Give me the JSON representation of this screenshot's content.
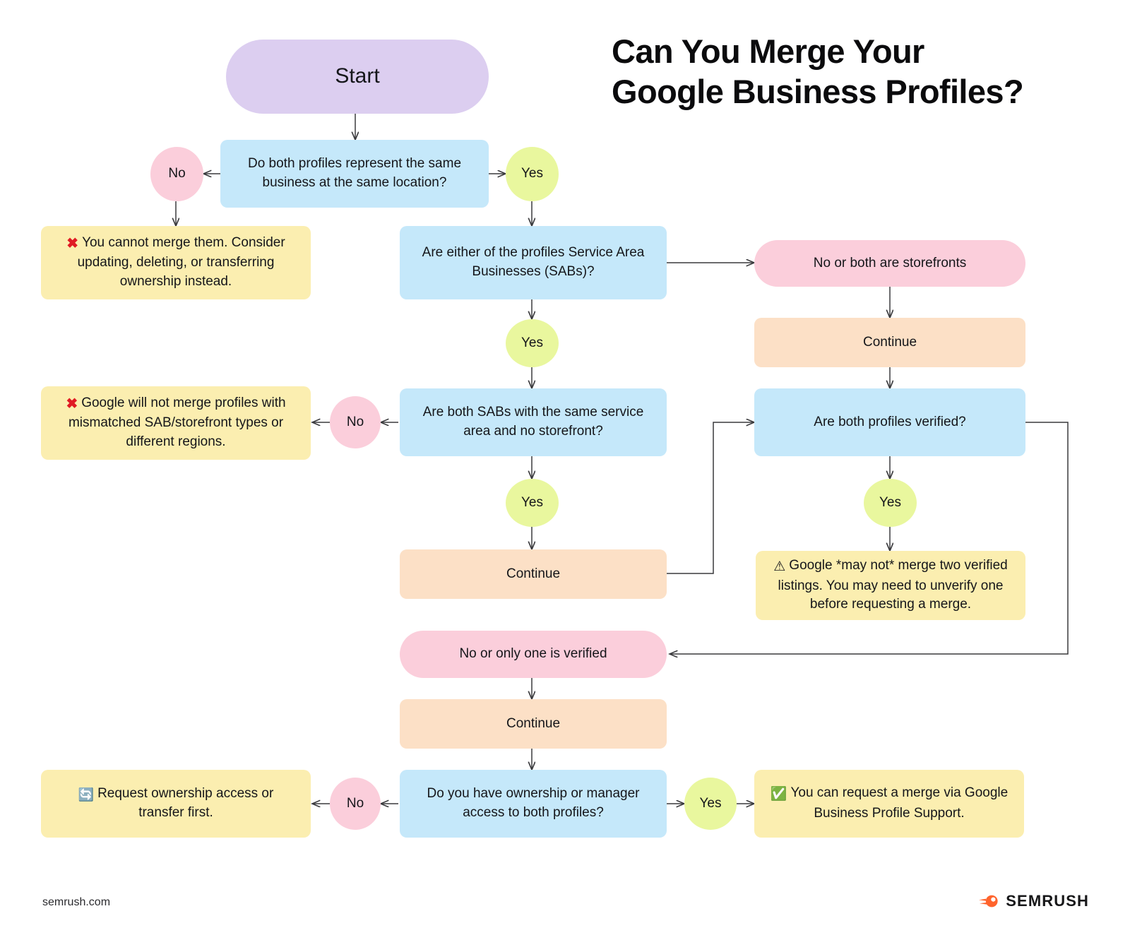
{
  "title": {
    "line1": "Can You Merge Your",
    "line2": "Google Business Profiles?"
  },
  "footer": {
    "url": "semrush.com",
    "brand": "SEMRUSH",
    "brand_icon": "semrush-comet-icon",
    "brand_color": "#ff642d"
  },
  "palette": {
    "start": "#dccef0",
    "question": "#c5e8fa",
    "no_branch": "#fbcedb",
    "yes_branch": "#e9f79e",
    "continue": "#fce0c6",
    "note": "#fbeeb0",
    "error_mark": "#e01b24"
  },
  "chart_data": {
    "type": "flowchart",
    "title": "Can You Merge Your Google Business Profiles?",
    "nodes": [
      {
        "id": "start",
        "label": "Start",
        "shape": "pill",
        "color": "#dccef0"
      },
      {
        "id": "q1",
        "label": "Do both profiles represent the same business at the same location?",
        "shape": "rect",
        "color": "#c5e8fa"
      },
      {
        "id": "q1-no",
        "label": "No",
        "shape": "ellipse",
        "color": "#fbcedb"
      },
      {
        "id": "q1-yes",
        "label": "Yes",
        "shape": "ellipse",
        "color": "#e9f79e"
      },
      {
        "id": "note-cannot",
        "label": "You cannot merge them. Consider updating, deleting, or transferring ownership instead.",
        "shape": "rect",
        "color": "#fbeeb0",
        "icon": "cross-mark-icon"
      },
      {
        "id": "q2",
        "label": "Are either of the profiles Service Area Businesses (SABs)?",
        "shape": "rect",
        "color": "#c5e8fa"
      },
      {
        "id": "storefronts",
        "label": "No or both are storefronts",
        "shape": "pill",
        "color": "#fbcedb"
      },
      {
        "id": "q2-yes",
        "label": "Yes",
        "shape": "ellipse",
        "color": "#e9f79e"
      },
      {
        "id": "continue-r",
        "label": "Continue",
        "shape": "rect",
        "color": "#fce0c6"
      },
      {
        "id": "q3",
        "label": "Are both SABs with the same service area and no storefront?",
        "shape": "rect",
        "color": "#c5e8fa"
      },
      {
        "id": "q3-no",
        "label": "No",
        "shape": "ellipse",
        "color": "#fbcedb"
      },
      {
        "id": "note-mismatch",
        "label": "Google will not merge profiles with mismatched SAB/storefront types or different regions.",
        "shape": "rect",
        "color": "#fbeeb0",
        "icon": "cross-mark-icon"
      },
      {
        "id": "q4",
        "label": "Are both profiles verified?",
        "shape": "rect",
        "color": "#c5e8fa"
      },
      {
        "id": "q3-yes",
        "label": "Yes",
        "shape": "ellipse",
        "color": "#e9f79e"
      },
      {
        "id": "continue-m",
        "label": "Continue",
        "shape": "rect",
        "color": "#fce0c6"
      },
      {
        "id": "q4-yes",
        "label": "Yes",
        "shape": "ellipse",
        "color": "#e9f79e"
      },
      {
        "id": "note-verified",
        "label": "Google *may not* merge two verified listings. You may need to unverify one before requesting a merge.",
        "shape": "rect",
        "color": "#fbeeb0",
        "icon": "warning-icon"
      },
      {
        "id": "one-verified",
        "label": "No or only one is verified",
        "shape": "pill",
        "color": "#fbcedb"
      },
      {
        "id": "continue-b",
        "label": "Continue",
        "shape": "rect",
        "color": "#fce0c6"
      },
      {
        "id": "q5",
        "label": "Do you have ownership or manager access to both profiles?",
        "shape": "rect",
        "color": "#c5e8fa"
      },
      {
        "id": "q5-no",
        "label": "No",
        "shape": "ellipse",
        "color": "#fbcedb"
      },
      {
        "id": "q5-yes",
        "label": "Yes",
        "shape": "ellipse",
        "color": "#e9f79e"
      },
      {
        "id": "note-request",
        "label": "Request ownership access or transfer first.",
        "shape": "rect",
        "color": "#fbeeb0",
        "icon": "cycle-icon"
      },
      {
        "id": "note-success",
        "label": "You can request a merge via Google Business Profile Support.",
        "shape": "rect",
        "color": "#fbeeb0",
        "icon": "check-mark-icon"
      }
    ],
    "edges": [
      {
        "from": "start",
        "to": "q1"
      },
      {
        "from": "q1",
        "to": "q1-no",
        "label": "No"
      },
      {
        "from": "q1",
        "to": "q1-yes",
        "label": "Yes"
      },
      {
        "from": "q1-no",
        "to": "note-cannot"
      },
      {
        "from": "q1-yes",
        "to": "q2"
      },
      {
        "from": "q2",
        "to": "storefronts"
      },
      {
        "from": "q2",
        "to": "q2-yes",
        "label": "Yes"
      },
      {
        "from": "storefronts",
        "to": "continue-r"
      },
      {
        "from": "continue-r",
        "to": "q4"
      },
      {
        "from": "q2-yes",
        "to": "q3"
      },
      {
        "from": "q3",
        "to": "q3-no",
        "label": "No"
      },
      {
        "from": "q3-no",
        "to": "note-mismatch"
      },
      {
        "from": "q3",
        "to": "q3-yes",
        "label": "Yes"
      },
      {
        "from": "q3-yes",
        "to": "continue-m"
      },
      {
        "from": "continue-m",
        "to": "q4"
      },
      {
        "from": "q4",
        "to": "q4-yes",
        "label": "Yes"
      },
      {
        "from": "q4-yes",
        "to": "note-verified"
      },
      {
        "from": "q4",
        "to": "one-verified"
      },
      {
        "from": "one-verified",
        "to": "continue-b"
      },
      {
        "from": "continue-b",
        "to": "q5"
      },
      {
        "from": "q5",
        "to": "q5-no",
        "label": "No"
      },
      {
        "from": "q5-no",
        "to": "note-request"
      },
      {
        "from": "q5",
        "to": "q5-yes",
        "label": "Yes"
      },
      {
        "from": "q5-yes",
        "to": "note-success"
      }
    ]
  },
  "nodes": {
    "start": "Start",
    "q1": "Do both profiles represent the same business at the same location?",
    "q1_no": "No",
    "q1_yes": "Yes",
    "note_cannot": "You cannot merge them. Consider updating, deleting, or transferring ownership instead.",
    "q2": "Are either of the profiles Service Area Businesses (SABs)?",
    "storefronts": "No or both are storefronts",
    "q2_yes": "Yes",
    "continue_right": "Continue",
    "q3": "Are both SABs with the same service area and no storefront?",
    "q3_no": "No",
    "note_mismatch": "Google will not merge profiles with mismatched SAB/storefront types or different regions.",
    "q4": "Are both profiles verified?",
    "q3_yes": "Yes",
    "continue_mid": "Continue",
    "q4_yes": "Yes",
    "note_verified": "Google *may not* merge two verified listings. You may need to unverify one before requesting a merge.",
    "one_verified": "No or only one is verified",
    "continue_bottom": "Continue",
    "q5": "Do you have ownership or manager access to both profiles?",
    "q5_no": "No",
    "q5_yes": "Yes",
    "note_request": "Request ownership access or transfer first.",
    "note_success": "You can request a merge via Google Business Profile Support."
  },
  "icons": {
    "cross": "✖",
    "warning": "⚠",
    "check": "✅",
    "cycle": "🔄"
  }
}
